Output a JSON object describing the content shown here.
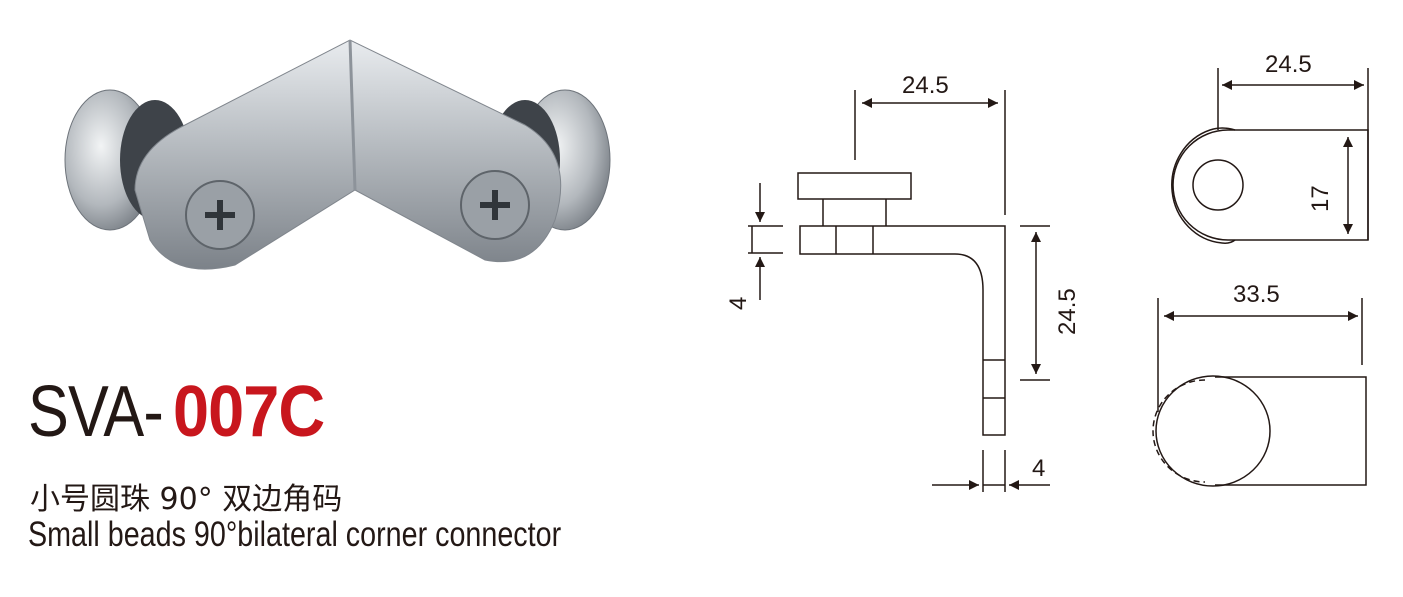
{
  "product": {
    "model_prefix": "SVA-",
    "model_code": "007C",
    "name_cn": "小号圆珠 90° 双边角码",
    "name_en": "Small beads 90°bilateral corner connector",
    "accent_color": "#c8161d"
  },
  "drawing": {
    "side_view": {
      "top_width": "24.5",
      "height": "24.5",
      "arm_thickness_left": "4",
      "arm_thickness_bottom": "4"
    },
    "top_view": {
      "width": "24.5",
      "height": "17"
    },
    "front_view": {
      "width": "33.5"
    }
  }
}
